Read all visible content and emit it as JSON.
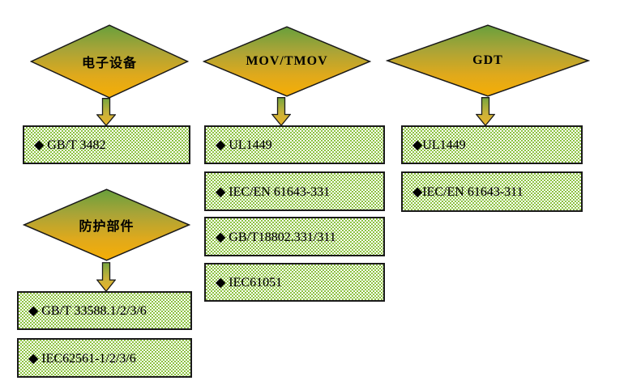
{
  "colors": {
    "diamond_gradient_top": "#68a03c",
    "diamond_gradient_mid": "#c9a72c",
    "diamond_gradient_bottom": "#f6ae05",
    "box_pattern_green": "#8dc341",
    "box_pattern_white": "#ffffff",
    "outline": "#1a1a1a",
    "text": "#000000"
  },
  "groups": [
    {
      "diamond": {
        "label": "电子设备"
      },
      "boxes": [
        {
          "label": "◆ GB/T 3482"
        }
      ]
    },
    {
      "diamond": {
        "label": "防护部件"
      },
      "boxes": [
        {
          "label": "◆ GB/T 33588.1/2/3/6"
        },
        {
          "label": "◆ IEC62561-1/2/3/6"
        }
      ]
    },
    {
      "diamond": {
        "label": "MOV/TMOV"
      },
      "boxes": [
        {
          "label": "◆ UL1449"
        },
        {
          "label": "◆ IEC/EN 61643-331"
        },
        {
          "label": "◆ GB/T18802.331/311"
        },
        {
          "label": "◆ IEC61051"
        }
      ]
    },
    {
      "diamond": {
        "label": "GDT"
      },
      "boxes": [
        {
          "label": "◆UL1449"
        },
        {
          "label": "◆IEC/EN 61643-311"
        }
      ]
    }
  ]
}
